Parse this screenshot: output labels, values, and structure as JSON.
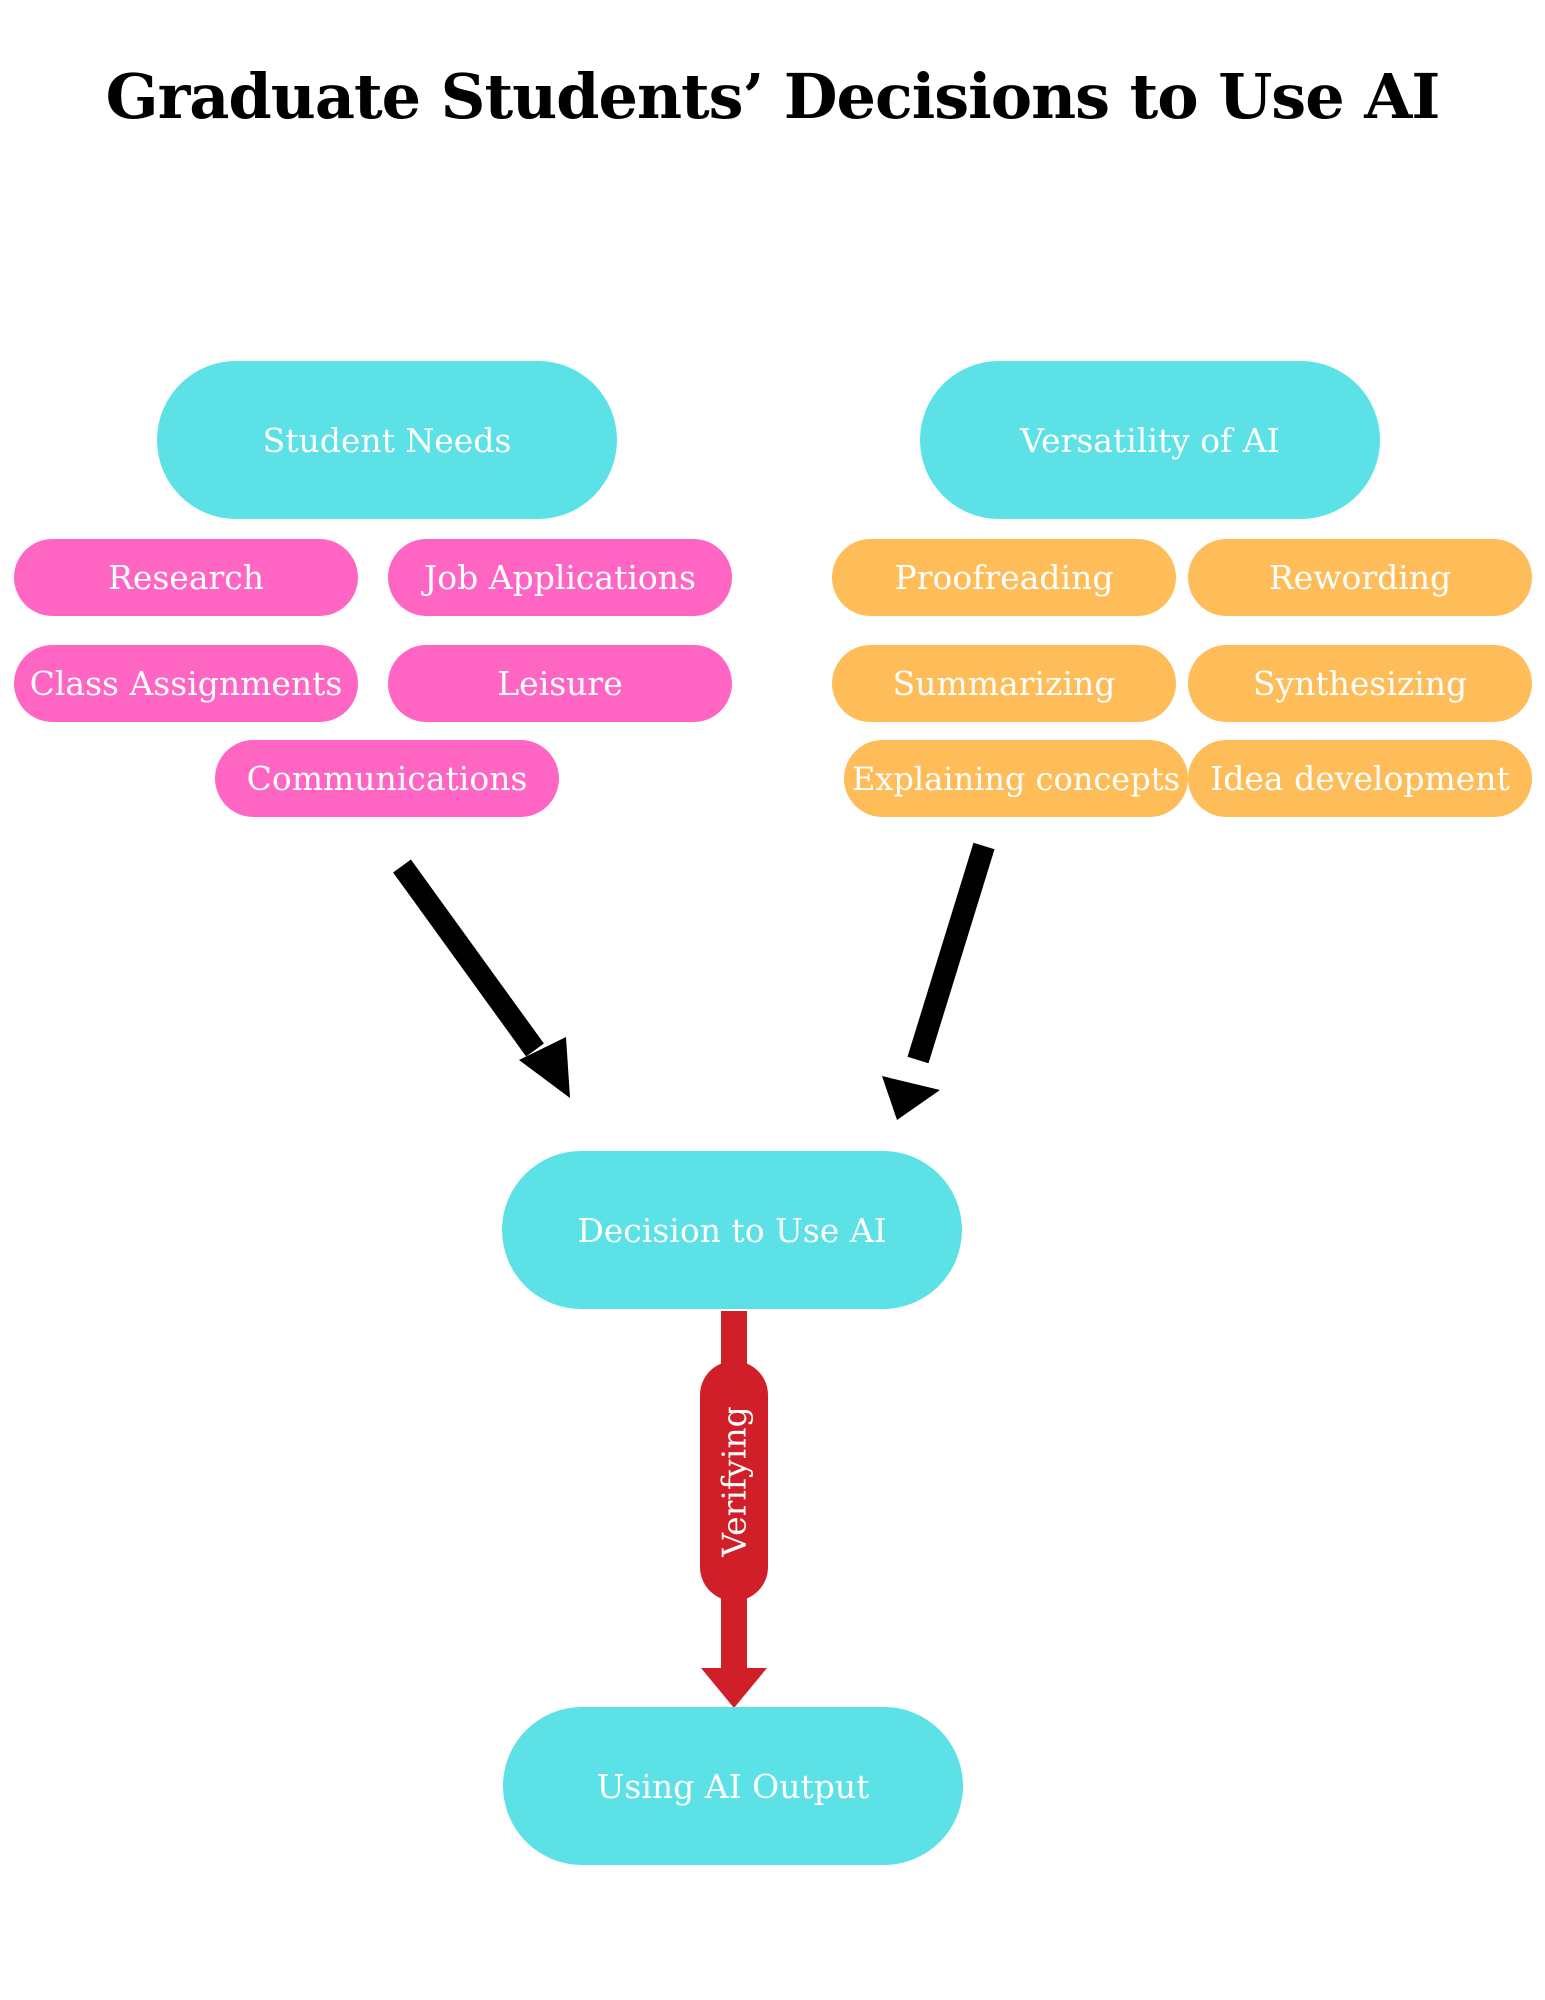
{
  "title": "Graduate Students’ Decisions to Use AI",
  "colors": {
    "cyan": "#5ce1e6",
    "pink": "#ff66c4",
    "orange": "#ffbd59",
    "black_arrow": "#000000",
    "red_arrow": "#d11f2a"
  },
  "nodes": {
    "student_needs": "Student Needs",
    "versatility": "Versatility of AI",
    "decision": "Decision to Use AI",
    "using_output": "Using AI Output"
  },
  "student_needs_items": [
    "Research",
    "Job Applications",
    "Class Assignments",
    "Leisure",
    "Communications"
  ],
  "versatility_items": [
    "Proofreading",
    "Rewording",
    "Summarizing",
    "Synthesizing",
    "Explaining concepts",
    "Idea development"
  ],
  "verify_label": "Verifying"
}
